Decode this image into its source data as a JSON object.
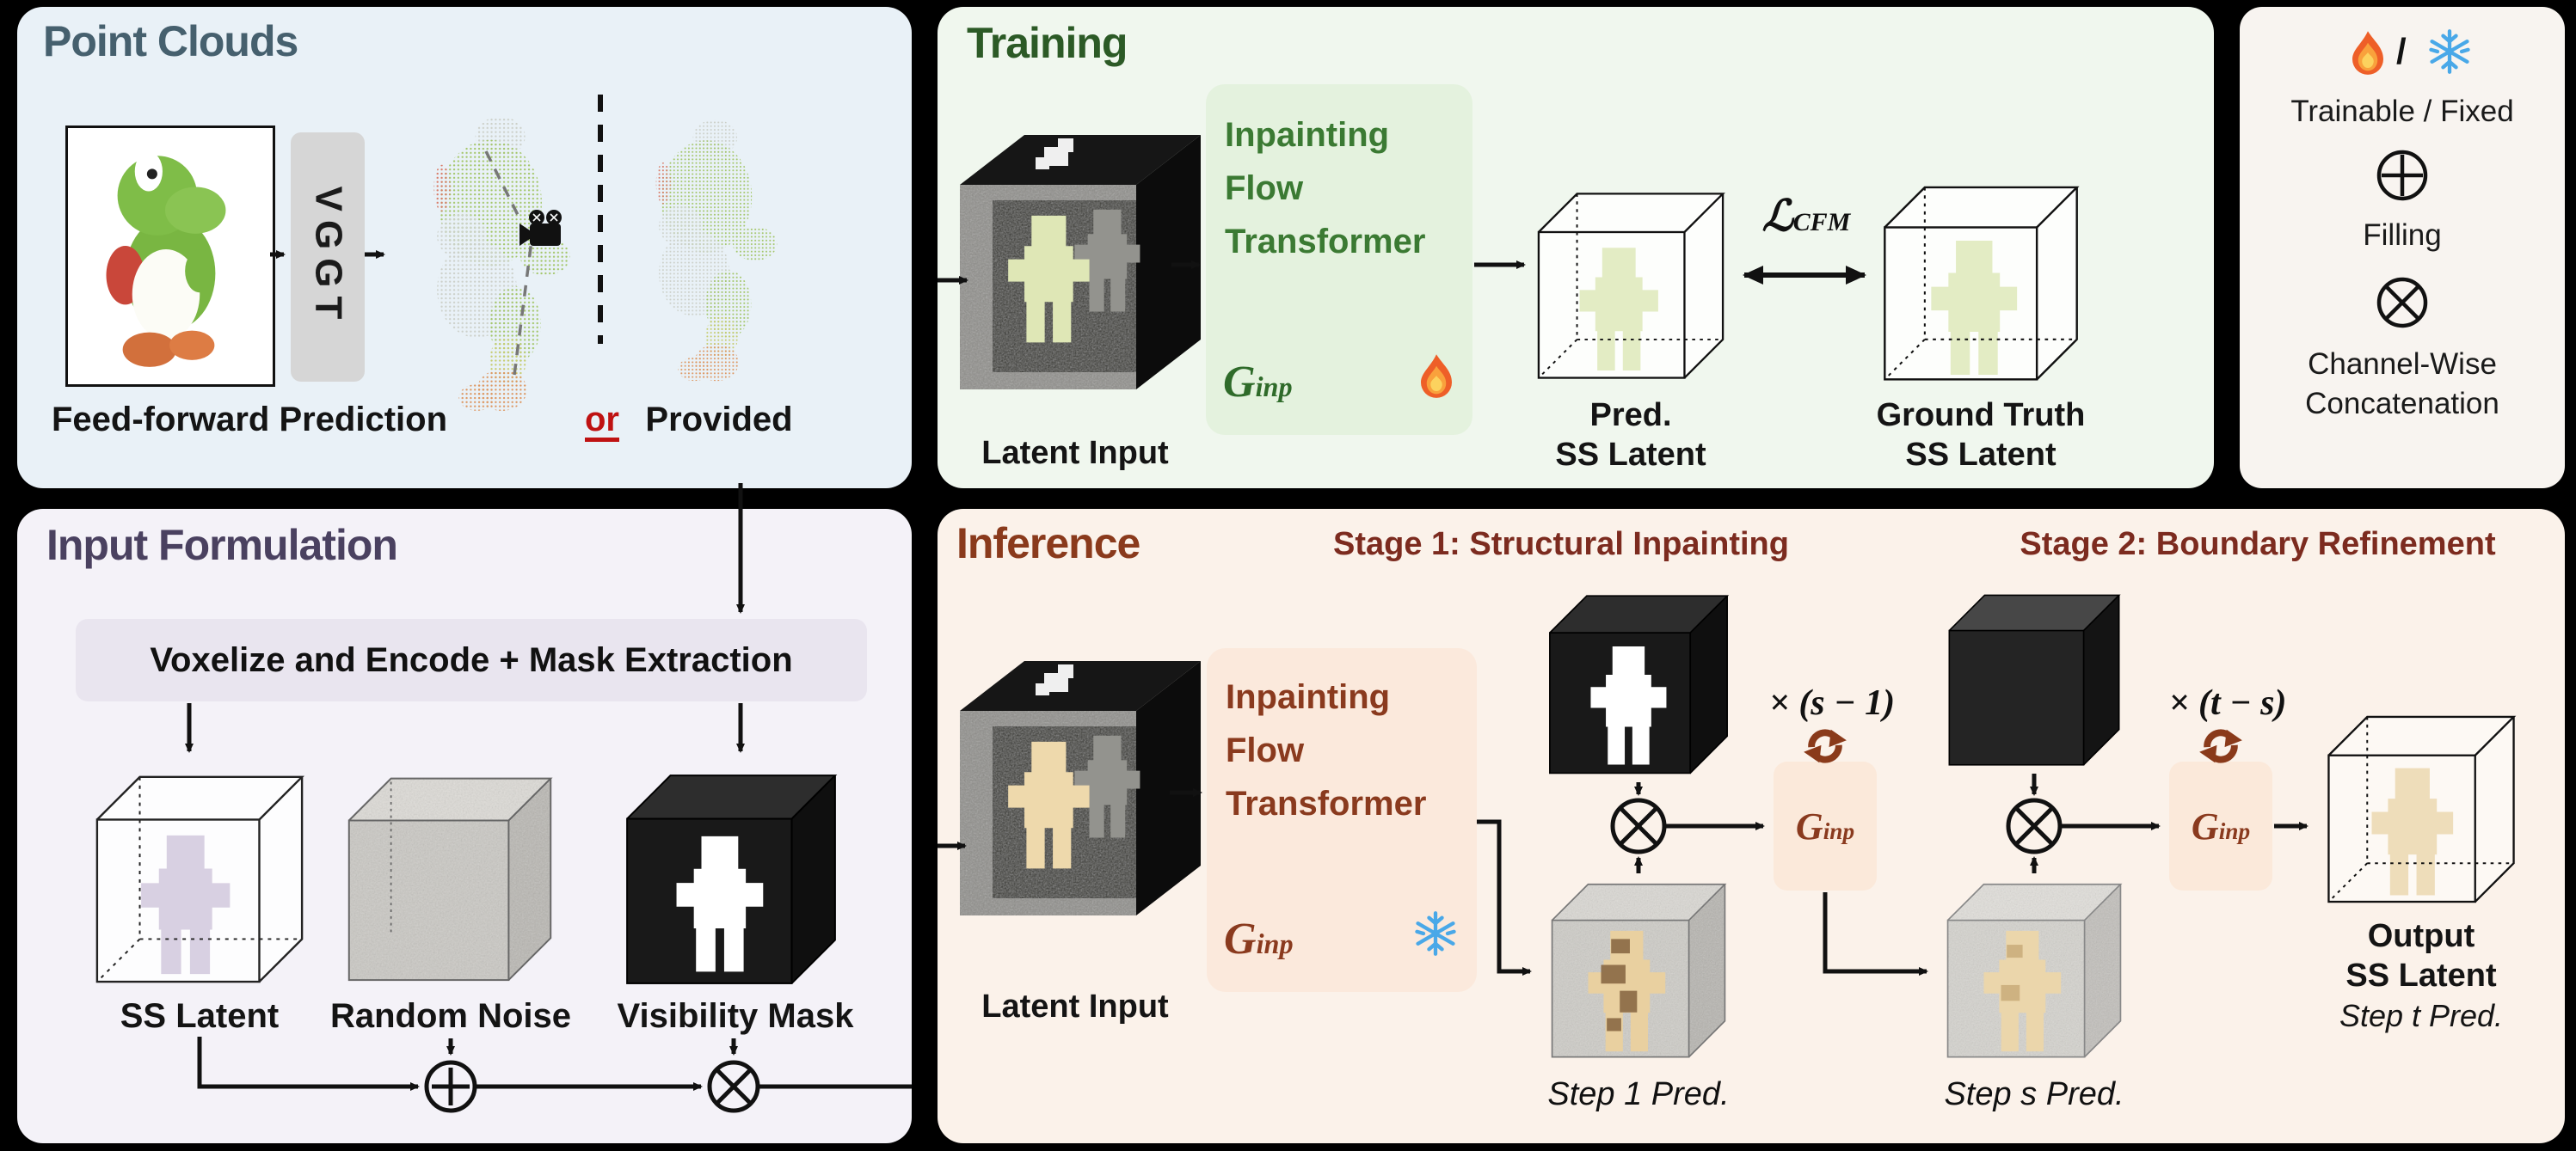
{
  "point_clouds": {
    "title": "Point Clouds",
    "vggt": "VGGT",
    "feed_forward": "Feed-forward Prediction",
    "or": "or",
    "provided": "Provided"
  },
  "training": {
    "title": "Training",
    "latent_input": "Latent Input",
    "box_line1": "Inpainting",
    "box_line2": "Flow",
    "box_line3": "Transformer",
    "g_symbol": "G",
    "g_sub": "inp",
    "pred_line1": "Pred.",
    "pred_line2": "SS Latent",
    "loss_symbol": "ℒ",
    "loss_sub": "CFM",
    "gt_line1": "Ground Truth",
    "gt_line2": "SS Latent"
  },
  "legend": {
    "divider": "/",
    "trainable_fixed": "Trainable / Fixed",
    "filling": "Filling",
    "concat_line1": "Channel-Wise",
    "concat_line2": "Concatenation"
  },
  "input_formulation": {
    "title": "Input Formulation",
    "voxelize": "Voxelize and Encode + Mask Extraction",
    "ss_latent": "SS Latent",
    "random_noise": "Random Noise",
    "visibility_mask": "Visibility Mask"
  },
  "inference": {
    "title": "Inference",
    "stage1": "Stage 1: Structural Inpainting",
    "stage2": "Stage 2: Boundary Refinement",
    "latent_input": "Latent Input",
    "box_line1": "Inpainting",
    "box_line2": "Flow",
    "box_line3": "Transformer",
    "g_symbol": "G",
    "g_sub": "inp",
    "repeat1": "× (s − 1)",
    "repeat2": "× (t − s)",
    "step1": "Step 1 Pred.",
    "steps": "Step s Pred.",
    "output_line1": "Output",
    "output_line2": "SS Latent",
    "output_line3": "Step t Pred."
  },
  "icons": {
    "trainable": "flame-icon",
    "fixed": "snowflake-icon",
    "loop": "cycle-arrows-icon",
    "camera": "movie-camera-icon",
    "filling": "circled-plus-icon",
    "concat": "circled-times-icon"
  },
  "colors": {
    "background": "#000000",
    "point_clouds_bg": "#e9f1f7",
    "point_clouds_title": "#46606e",
    "training_bg": "#f0f7ee",
    "training_title": "#2c5a26",
    "training_box_bg": "#e4f2de",
    "training_box_text": "#3b7a33",
    "legend_bg": "#f8f4f0",
    "input_formulation_bg": "#f4f2f8",
    "input_formulation_title": "#4a4160",
    "voxelize_bar_bg": "#e9e5ef",
    "inference_bg": "#fbf2ea",
    "inference_title": "#8a3a1c",
    "stage_title": "#7c2b1f",
    "inference_box_bg": "#fbe9dc",
    "or_red": "#bf1212",
    "flame_orange": "#f2742c",
    "snowflake_blue": "#49a8e8",
    "loop_brown": "#8a3a1a"
  }
}
